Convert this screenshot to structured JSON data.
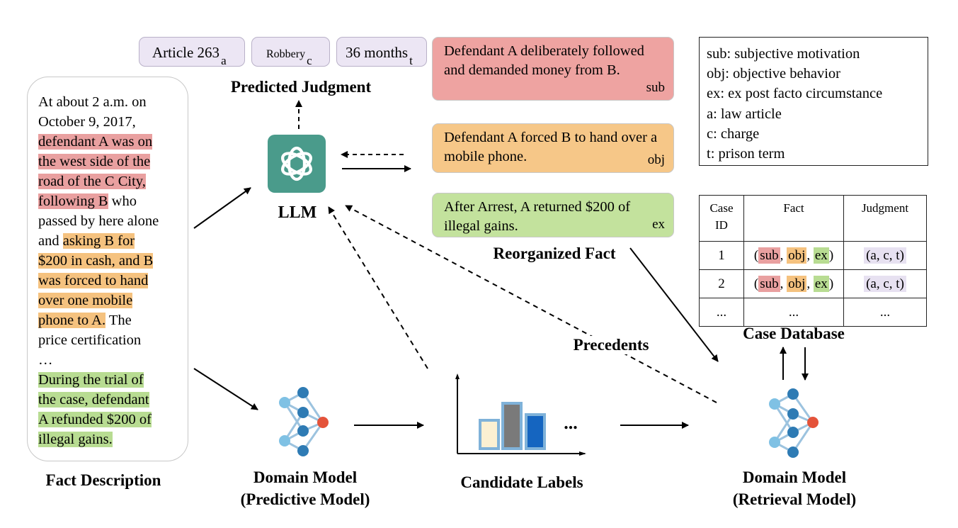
{
  "chips": [
    {
      "text": "Article 263",
      "sub": "a"
    },
    {
      "text": "Robbery",
      "sub": "c"
    },
    {
      "text": "36 months",
      "sub": "t"
    }
  ],
  "labels": {
    "predicted_judgment": "Predicted Judgment",
    "llm": "LLM",
    "reorganized_fact": "Reorganized Fact",
    "case_database": "Case Database",
    "precedents": "Precedents",
    "fact_description": "Fact Description",
    "domain_model_pred_1": "Domain Model",
    "domain_model_pred_2": "(Predictive Model)",
    "candidate_labels": "Candidate Labels",
    "domain_model_ret_1": "Domain Model",
    "domain_model_ret_2": "(Retrieval Model)",
    "ellipsis": "..."
  },
  "fact_lines": [
    "At about 2 a.m. on",
    "October 9, 2017,",
    "defendant A was on",
    "the west side of the",
    "road of the C City,",
    "following B",
    " who",
    "passed by here alone",
    "and ",
    "asking B for",
    "$200 in cash, and B",
    "was forced to hand",
    "over one mobile",
    "phone to A.",
    " The",
    "price certification",
    "…",
    "During the trial of",
    "the case, defendant",
    "A refunded $200 of",
    "illegal gains."
  ],
  "reorganized": [
    {
      "text": "Defendant A deliberately followed and demanded money from B.",
      "tag": "sub",
      "color": "#eea3a1"
    },
    {
      "text": "Defendant A forced B to hand over a mobile phone.",
      "tag": "obj",
      "color": "#f6c788"
    },
    {
      "text": "After Arrest, A returned $200 of illegal gains.",
      "tag": "ex",
      "color": "#c3e29d"
    }
  ],
  "legend": [
    "sub: subjective motivation",
    "obj: objective behavior",
    "ex: ex post facto circumstance",
    "a: law article",
    "c: charge",
    "t: prison term"
  ],
  "table": {
    "headers": [
      "Case\nID",
      "Fact",
      "Judgment"
    ],
    "rows": [
      {
        "id": "1",
        "fact": [
          "sub",
          "obj",
          "ex"
        ],
        "judgment": "(a, c, t)"
      },
      {
        "id": "2",
        "fact": [
          "sub",
          "obj",
          "ex"
        ],
        "judgment": "(a, c, t)"
      },
      {
        "id": "...",
        "fact": "...",
        "judgment": "..."
      }
    ]
  },
  "colors": {
    "subjective": "#e9a0a0",
    "objective": "#f5c27f",
    "ex_post": "#b8dc92",
    "judgment_chip": "#ece6f4",
    "llm_icon": "#4a9b8b",
    "network_node": "#2e7bb4",
    "network_output": "#e4533a"
  },
  "icons": [
    "openai-logo-icon",
    "neural-network-icon",
    "bar-chart-icon"
  ]
}
